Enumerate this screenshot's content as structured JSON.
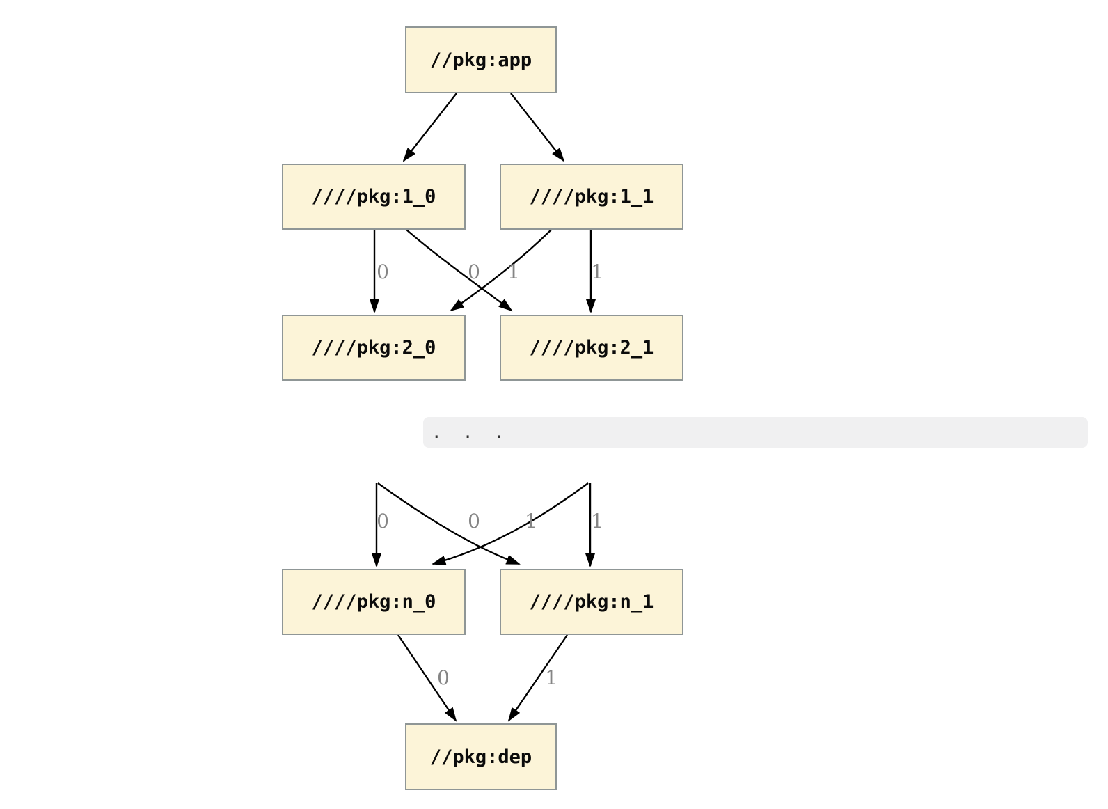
{
  "diagram": {
    "type": "dependency-graph",
    "direction": "top-down",
    "nodes": [
      {
        "id": "app",
        "label": "//pkg:app"
      },
      {
        "id": "1_0",
        "label": "////pkg:1_0"
      },
      {
        "id": "1_1",
        "label": "////pkg:1_1"
      },
      {
        "id": "2_0",
        "label": "////pkg:2_0"
      },
      {
        "id": "2_1",
        "label": "////pkg:2_1"
      },
      {
        "id": "n_0",
        "label": "////pkg:n_0"
      },
      {
        "id": "n_1",
        "label": "////pkg:n_1"
      },
      {
        "id": "dep",
        "label": "//pkg:dep"
      }
    ],
    "ellipsis": ". . .",
    "edges": [
      {
        "from": "app",
        "to": "1_0",
        "label": ""
      },
      {
        "from": "app",
        "to": "1_1",
        "label": ""
      },
      {
        "from": "1_0",
        "to": "2_0",
        "label": "0"
      },
      {
        "from": "1_0",
        "to": "2_1",
        "label": "0"
      },
      {
        "from": "1_1",
        "to": "2_0",
        "label": "1"
      },
      {
        "from": "1_1",
        "to": "2_1",
        "label": "1"
      },
      {
        "from": "ellipsis",
        "to": "n_0",
        "label": "0"
      },
      {
        "from": "ellipsis",
        "to": "n_1",
        "label": "0"
      },
      {
        "from": "ellipsis",
        "to": "n_0",
        "label": "1"
      },
      {
        "from": "ellipsis",
        "to": "n_1",
        "label": "1"
      },
      {
        "from": "n_0",
        "to": "dep",
        "label": "0"
      },
      {
        "from": "n_1",
        "to": "dep",
        "label": "1"
      }
    ],
    "colors": {
      "node_fill": "#FCF4D8",
      "node_border": "#8F9696",
      "edge": "#000000",
      "edge_label": "#858585",
      "ellipsis_background": "#F0F0F1"
    }
  }
}
